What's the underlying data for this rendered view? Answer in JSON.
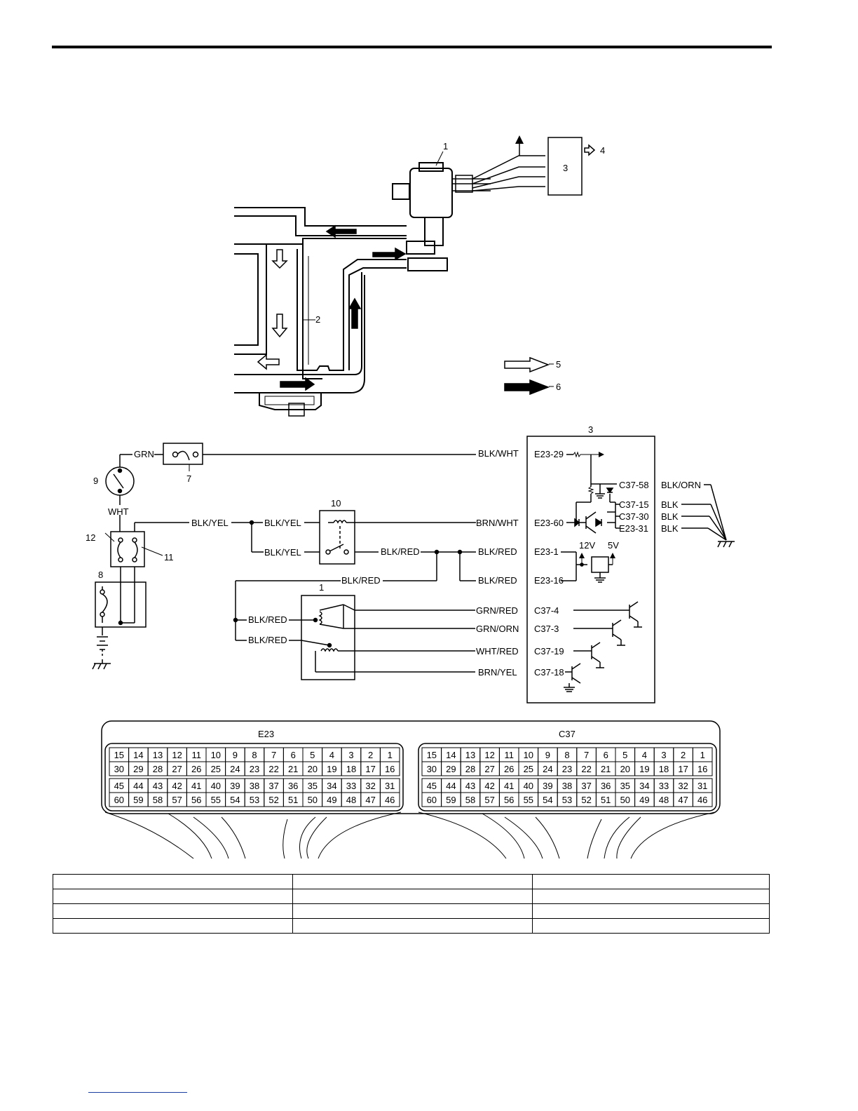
{
  "callouts": {
    "c1_top": "1",
    "c2": "2",
    "c3_top": "3",
    "c4": "4",
    "c5": "5",
    "c6": "6",
    "c3_ecm": "3",
    "c7": "7",
    "c8": "8",
    "c9": "9",
    "c10": "10",
    "c11": "11",
    "c12": "12",
    "c1_bottom": "1"
  },
  "wires": {
    "grn": "GRN",
    "wht": "WHT",
    "blk_yel_1": "BLK/YEL",
    "blk_yel_2": "BLK/YEL",
    "blk_yel_3": "BLK/YEL",
    "blk_wht": "BLK/WHT",
    "brn_wht": "BRN/WHT",
    "blk_red_1": "BLK/RED",
    "blk_red_2": "BLK/RED",
    "blk_red_3": "BLK/RED",
    "blk_red_4": "BLK/RED",
    "blk_red_5": "BLK/RED",
    "blk_red_6": "BLK/RED",
    "grn_red": "GRN/RED",
    "grn_orn": "GRN/ORN",
    "wht_red": "WHT/RED",
    "brn_yel": "BRN/YEL",
    "blk_orn": "BLK/ORN",
    "blk_1": "BLK",
    "blk_2": "BLK",
    "blk_3": "BLK"
  },
  "terminals": {
    "e23_29": "E23-29",
    "e23_60": "E23-60",
    "e23_1": "E23-1",
    "e23_16": "E23-16",
    "e23_31": "E23-31",
    "c37_58": "C37-58",
    "c37_15": "C37-15",
    "c37_30": "C37-30",
    "c37_4": "C37-4",
    "c37_3": "C37-3",
    "c37_19": "C37-19",
    "c37_18": "C37-18"
  },
  "voltages": {
    "v12": "12V",
    "v5": "5V"
  },
  "connectors": {
    "left_name": "E23",
    "right_name": "C37",
    "rows": [
      [
        "15",
        "14",
        "13",
        "12",
        "11",
        "10",
        "9",
        "8",
        "7",
        "6",
        "5",
        "4",
        "3",
        "2",
        "1"
      ],
      [
        "30",
        "29",
        "28",
        "27",
        "26",
        "25",
        "24",
        "23",
        "22",
        "21",
        "20",
        "19",
        "18",
        "17",
        "16"
      ],
      [
        "45",
        "44",
        "43",
        "42",
        "41",
        "40",
        "39",
        "38",
        "37",
        "36",
        "35",
        "34",
        "33",
        "32",
        "31"
      ],
      [
        "60",
        "59",
        "58",
        "57",
        "56",
        "55",
        "54",
        "53",
        "52",
        "51",
        "50",
        "49",
        "48",
        "47",
        "46"
      ]
    ]
  }
}
